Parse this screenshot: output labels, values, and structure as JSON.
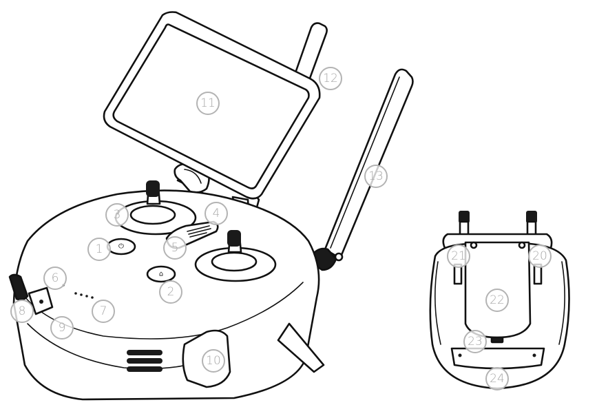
{
  "callouts": [
    {
      "id": "c1",
      "label": "1"
    },
    {
      "id": "c2",
      "label": "2"
    },
    {
      "id": "c3",
      "label": "3"
    },
    {
      "id": "c4",
      "label": "4"
    },
    {
      "id": "c5",
      "label": "5"
    },
    {
      "id": "c6",
      "label": "6"
    },
    {
      "id": "c7",
      "label": "7"
    },
    {
      "id": "c8",
      "label": "8"
    },
    {
      "id": "c9",
      "label": "9"
    },
    {
      "id": "c10",
      "label": "10"
    },
    {
      "id": "c11",
      "label": "11"
    },
    {
      "id": "c12",
      "label": "12"
    },
    {
      "id": "c13",
      "label": "13"
    },
    {
      "id": "c20",
      "label": "20"
    },
    {
      "id": "c21",
      "label": "21"
    },
    {
      "id": "c22",
      "label": "22"
    },
    {
      "id": "c23",
      "label": "23"
    },
    {
      "id": "c24",
      "label": "24"
    }
  ],
  "colors": {
    "outline": "#111111",
    "callout_stroke": "#b3b3b3",
    "callout_text": "#a6a6a6",
    "background": "#ffffff"
  }
}
